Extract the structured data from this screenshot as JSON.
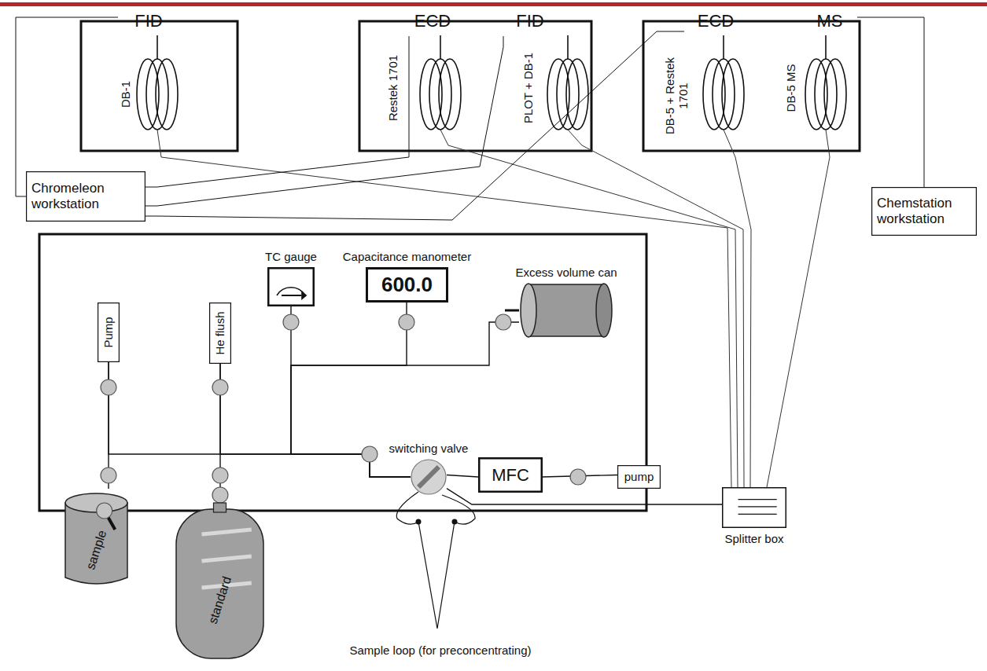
{
  "diagram": {
    "nodes": [
      {
        "text": [
          "FID"
        ]
      },
      {
        "text": [
          "ECD"
        ]
      },
      {
        "text": [
          "FID"
        ]
      },
      {
        "text": [
          "ECD"
        ]
      },
      {
        "text": [
          "MS"
        ]
      },
      {
        "text": [
          "Chromeleon workstation"
        ]
      },
      {
        "text": [
          "Chemstation workstation"
        ]
      },
      {
        "text": [
          "Pump"
        ]
      },
      {
        "text": [
          "He flush"
        ]
      },
      {
        "text": [
          "TC gauge"
        ]
      },
      {
        "text": [
          "Capacitance manometer",
          "600.0"
        ]
      },
      {
        "text": [
          "Excess volume can"
        ]
      },
      {
        "text": [
          "MFC"
        ]
      },
      {
        "text": [
          "pump"
        ]
      },
      {
        "text": [
          "switching valve"
        ]
      },
      {
        "text": [
          "Splitter box"
        ]
      },
      {
        "text": [
          "sample"
        ]
      },
      {
        "text": [
          "standard"
        ]
      }
    ],
    "edges": [
      {
        "from": 0,
        "to": 5,
        "arrow": "none"
      },
      {
        "from": 1,
        "to": 5,
        "arrow": "none"
      },
      {
        "from": 2,
        "to": 5,
        "arrow": "none"
      },
      {
        "from": 3,
        "to": 5,
        "arrow": "none"
      },
      {
        "from": 4,
        "to": 6,
        "arrow": "none"
      },
      {
        "from": 7,
        "to": 16,
        "arrow": "none"
      },
      {
        "from": 8,
        "to": 17,
        "arrow": "none"
      },
      {
        "from": 7,
        "to": 14,
        "arrow": "none"
      },
      {
        "from": 8,
        "to": 14,
        "arrow": "none"
      },
      {
        "from": 9,
        "to": 14,
        "arrow": "none"
      },
      {
        "from": 10,
        "to": 14,
        "arrow": "none"
      },
      {
        "from": 11,
        "to": 14,
        "arrow": "none"
      },
      {
        "from": 14,
        "to": 12,
        "arrow": "none"
      },
      {
        "from": 12,
        "to": 13,
        "arrow": "none"
      },
      {
        "from": 14,
        "to": 15,
        "arrow": "none"
      }
    ],
    "labels": [
      "DB-1",
      "Restek 1701",
      "PLOT + DB-1",
      "DB-5 + Restek 1701",
      "DB-5 MS",
      "Sample loop (for preconcentrating)"
    ]
  }
}
